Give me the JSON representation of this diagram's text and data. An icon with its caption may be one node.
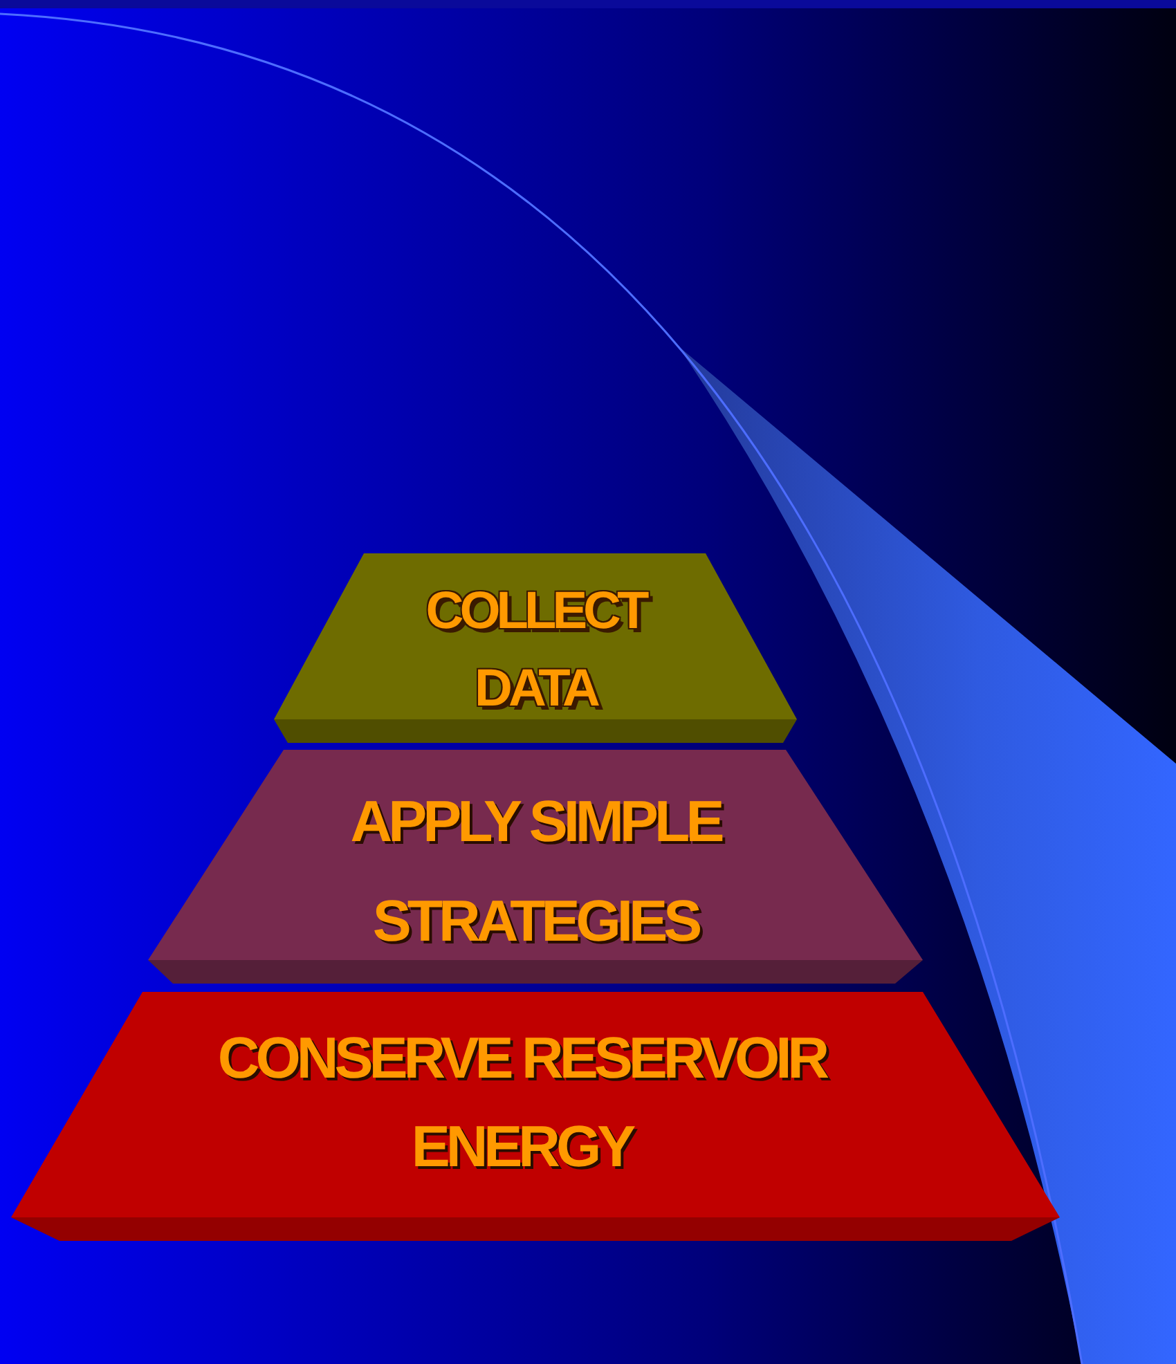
{
  "diagram": {
    "nodes": [
      {
        "text": [
          "COLLECT DATA"
        ]
      },
      {
        "text": [
          "APPLY SIMPLE STRATEGIES"
        ]
      },
      {
        "text": [
          "CONSERVE RESERVOIR ENERGY"
        ]
      }
    ]
  }
}
